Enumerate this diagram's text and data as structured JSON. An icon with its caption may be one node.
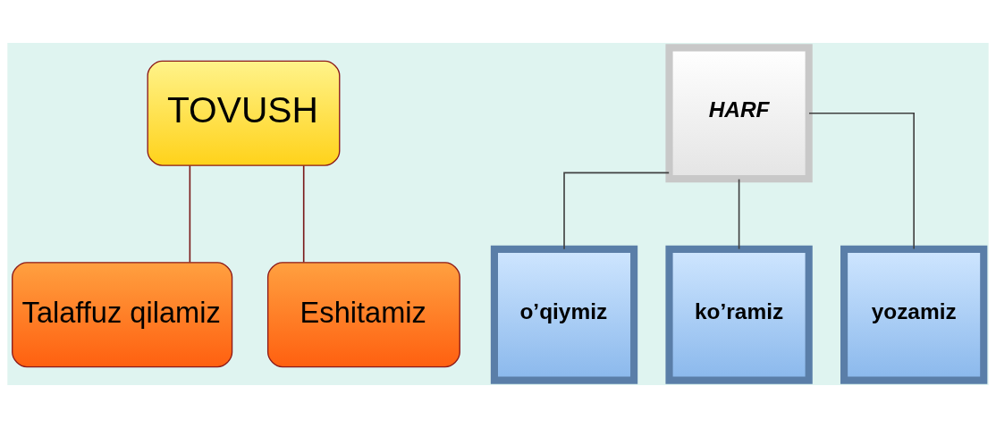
{
  "diagram": {
    "nodes": [
      {
        "text": [
          "TOVUSH"
        ]
      },
      {
        "text": [
          "Talaffuz qilamiz"
        ]
      },
      {
        "text": [
          "Eshitamiz"
        ]
      },
      {
        "text": [
          "HARF"
        ]
      },
      {
        "text": [
          "o’qiymiz"
        ]
      },
      {
        "text": [
          "ko’ramiz"
        ]
      },
      {
        "text": [
          "yozamiz"
        ]
      }
    ],
    "edges": [
      {
        "from": 0,
        "to": 1,
        "arrow": "none",
        "color": "#7a1a1a"
      },
      {
        "from": 0,
        "to": 2,
        "arrow": "none",
        "color": "#7a1a1a"
      },
      {
        "from": 3,
        "to": 4,
        "arrow": "none"
      },
      {
        "from": 3,
        "to": 5,
        "arrow": "none"
      },
      {
        "from": 3,
        "to": 6,
        "arrow": "none"
      }
    ]
  }
}
